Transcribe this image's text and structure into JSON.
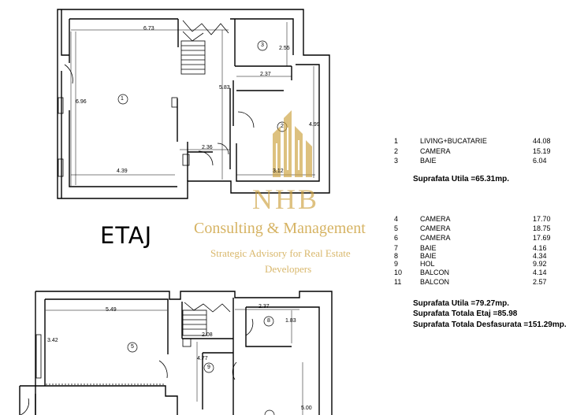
{
  "floor_label": "ETAJ",
  "dimensions": {
    "d_673": "6.73",
    "d_255": "2.55",
    "d_237a": "2.37",
    "d_583": "5.83",
    "d_696": "6.96",
    "d_499": "4.99",
    "d_236": "2.36",
    "d_439": "4.39",
    "d_312": "3.12",
    "d_549": "5.49",
    "d_237b": "2.37",
    "d_183": "1.83",
    "d_342": "3.42",
    "d_208": "2.08",
    "d_477": "4.77",
    "d_500": "5.00"
  },
  "room_markers": {
    "r1": "1",
    "r2": "2",
    "r3": "3",
    "r5": "5",
    "r8": "8",
    "r9": "9"
  },
  "ground_table": [
    {
      "num": "1",
      "name": "LIVING+BUCATARIE",
      "area": "44.08"
    },
    {
      "num": "2",
      "name": "CAMERA",
      "area": "15.19"
    },
    {
      "num": "3",
      "name": "BAIE",
      "area": "6.04"
    }
  ],
  "ground_total": "Suprafata Utila =65.31mp.",
  "upper_table": [
    {
      "num": "4",
      "name": "CAMERA",
      "area": "17.70"
    },
    {
      "num": "5",
      "name": "CAMERA",
      "area": "18.75"
    },
    {
      "num": "6",
      "name": "CAMERA",
      "area": "17.69"
    },
    {
      "num": "7",
      "name": "BAIE",
      "area": "4.16"
    },
    {
      "num": "8",
      "name": "BAIE",
      "area": "4.34"
    },
    {
      "num": "9",
      "name": "HOL",
      "area": "9.92"
    },
    {
      "num": "10",
      "name": "BALCON",
      "area": "4.14"
    },
    {
      "num": "11",
      "name": "BALCON",
      "area": "2.57"
    }
  ],
  "upper_totals": {
    "utila": "Suprafata Utila =79.27mp.",
    "totala_etaj": "Suprafata Totala Etaj =85.98",
    "desfasurata": "Suprafata Totala Desfasurata  =151.29mp."
  },
  "watermark": {
    "nhb": "NHB",
    "company": "Consulting & Management",
    "tagline_1": "Strategic Advisory for  Real Estate",
    "tagline_2": "Developers"
  },
  "colors": {
    "wall": "#000000",
    "watermark_gold": "#cca03c"
  }
}
